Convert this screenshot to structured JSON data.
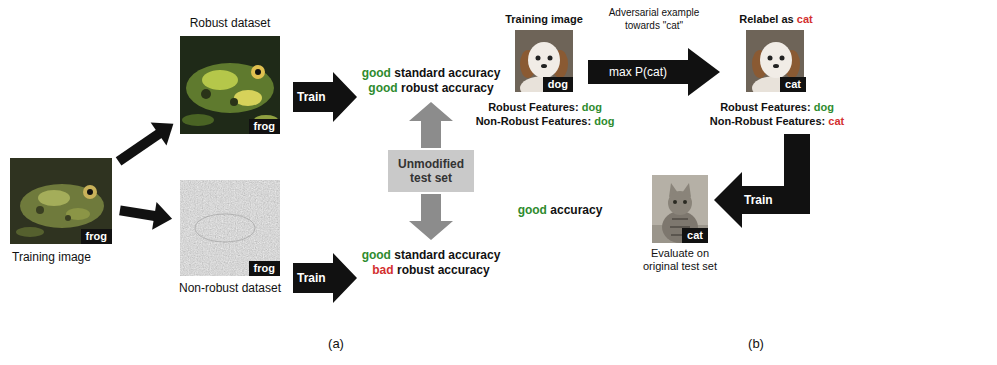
{
  "diagram": {
    "nodes": [
      {
        "text": [
          "frog",
          "Training image"
        ]
      },
      {
        "text": [
          "Robust dataset",
          "frog"
        ]
      },
      {
        "text": [
          "frog",
          "Non-robust dataset"
        ]
      },
      {
        "text": [
          "Train"
        ]
      },
      {
        "text": [
          "Unmodified test set"
        ]
      },
      {
        "text": [
          "Train"
        ]
      },
      {
        "text": [
          "Training image",
          "dog"
        ]
      },
      {
        "text": [
          "Adversarial example towards \"cat\"",
          "max P(cat)"
        ]
      },
      {
        "text": [
          "cat"
        ]
      },
      {
        "text": [
          "Train"
        ]
      },
      {
        "text": [
          "cat",
          "Evaluate on original test set"
        ]
      }
    ],
    "edges": [
      {
        "from": 0,
        "to": 1,
        "arrow": "to"
      },
      {
        "from": 0,
        "to": 2,
        "arrow": "to"
      }
    ],
    "labels": [
      "good",
      "standard accuracy",
      "good",
      "robust accuracy",
      "good",
      "standard accuracy",
      "bad",
      "robust accuracy",
      "(a)",
      "Relabel as",
      "cat",
      "Robust Features:",
      "dog",
      "Non-Robust Features:",
      "dog",
      "Robust Features:",
      "dog",
      "Non-Robust Features:",
      "cat",
      "good",
      "accuracy",
      "(b)"
    ]
  }
}
